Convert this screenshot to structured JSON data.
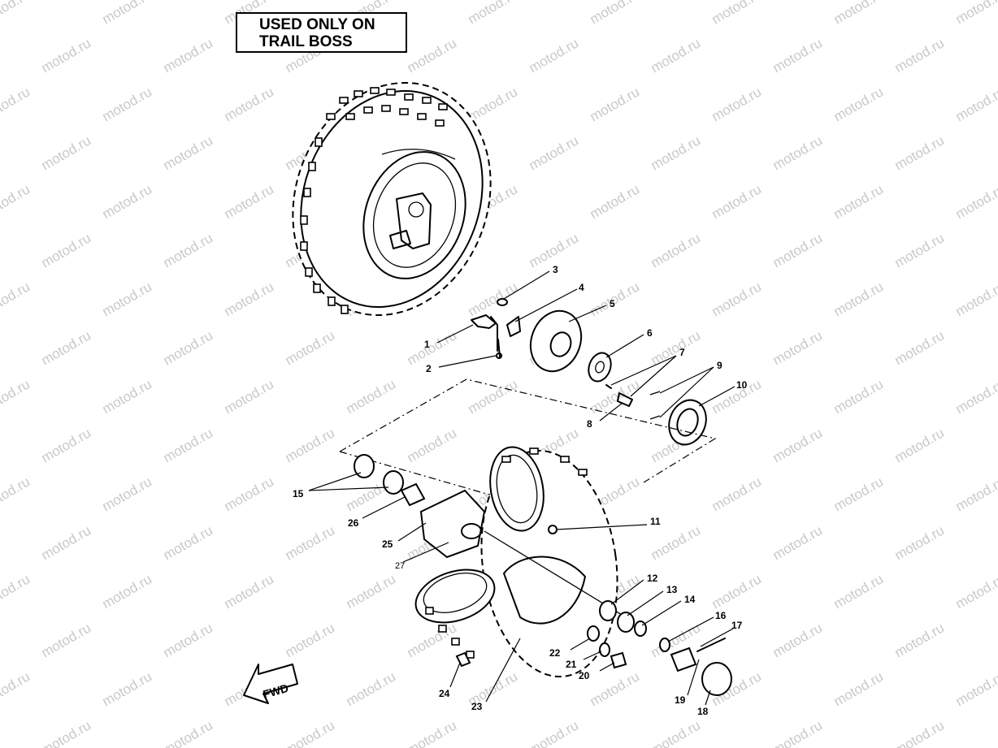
{
  "banner": {
    "line1": "USED ONLY ON",
    "line2": "TRAIL BOSS"
  },
  "fwd_label": "FWD",
  "watermark": "motod.ru",
  "callouts": [
    {
      "id": "1",
      "label": "1"
    },
    {
      "id": "2",
      "label": "2"
    },
    {
      "id": "3",
      "label": "3"
    },
    {
      "id": "4",
      "label": "4"
    },
    {
      "id": "5",
      "label": "5"
    },
    {
      "id": "6",
      "label": "6"
    },
    {
      "id": "7",
      "label": "7"
    },
    {
      "id": "8",
      "label": "8"
    },
    {
      "id": "9",
      "label": "9"
    },
    {
      "id": "10",
      "label": "10"
    },
    {
      "id": "11",
      "label": "11"
    },
    {
      "id": "12",
      "label": "12"
    },
    {
      "id": "13",
      "label": "13"
    },
    {
      "id": "14",
      "label": "14"
    },
    {
      "id": "15",
      "label": "15"
    },
    {
      "id": "16",
      "label": "16"
    },
    {
      "id": "17",
      "label": "17"
    },
    {
      "id": "18",
      "label": "18"
    },
    {
      "id": "19",
      "label": "19"
    },
    {
      "id": "20",
      "label": "20"
    },
    {
      "id": "21",
      "label": "21"
    },
    {
      "id": "22",
      "label": "22"
    },
    {
      "id": "23",
      "label": "23"
    },
    {
      "id": "24",
      "label": "24"
    },
    {
      "id": "25",
      "label": "25"
    },
    {
      "id": "26",
      "label": "26"
    },
    {
      "id": "27",
      "label": "27"
    }
  ]
}
